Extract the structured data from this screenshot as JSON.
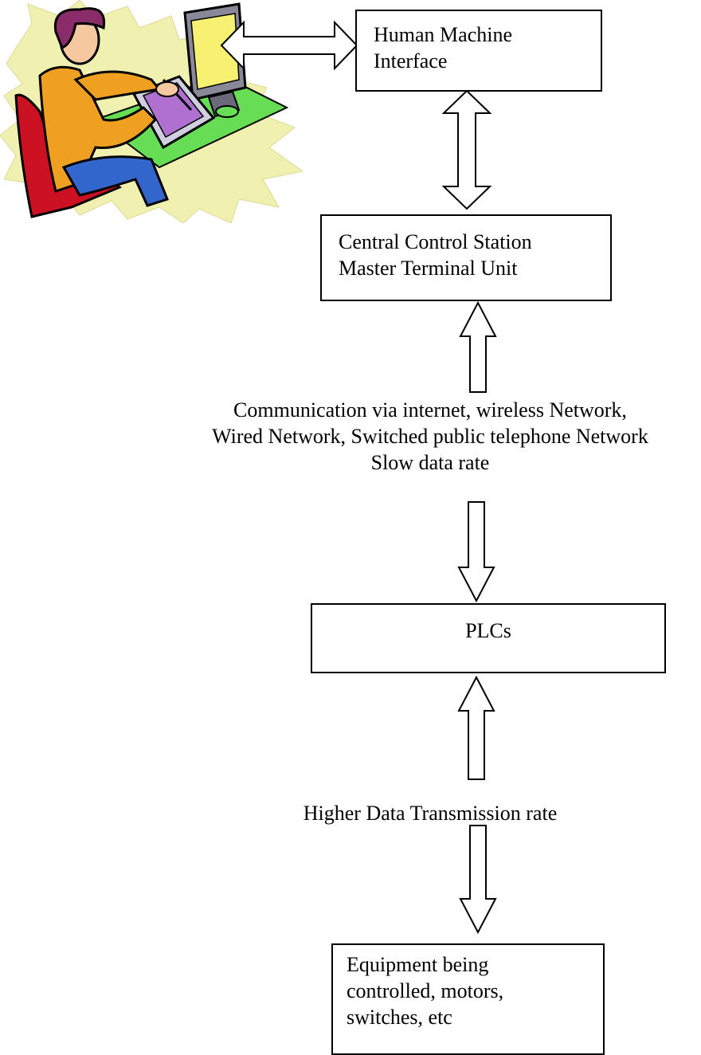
{
  "diagram": {
    "nodes": {
      "hmi": {
        "lines": [
          "Human Machine",
          "Interface"
        ]
      },
      "mtu": {
        "lines": [
          "Central Control Station",
          "Master Terminal Unit"
        ]
      },
      "plc": {
        "lines": [
          "PLCs"
        ]
      },
      "equipment": {
        "lines": [
          "Equipment being",
          "controlled, motors,",
          "switches, etc"
        ]
      }
    },
    "captions": {
      "communication": [
        "Communication via internet, wireless Network,",
        "Wired Network, Switched public telephone Network",
        "Slow data rate"
      ],
      "higher_rate": [
        "Higher Data Transmission rate"
      ]
    },
    "icons": {
      "operator": "person-at-computer-clipart",
      "arrows": [
        "double-arrow-left-right",
        "double-arrow-up-down",
        "arrow-up-outline",
        "arrow-down-outline"
      ]
    },
    "colors": {
      "line": "#000000",
      "background": "#ffffff",
      "starburst": "#f0f0b0",
      "shirt": "#f0a020",
      "desk": "#66dd55",
      "chair": "#cc1122",
      "pants": "#3366cc",
      "hair": "#8a2b6a",
      "tablet": "#b070d0"
    }
  }
}
